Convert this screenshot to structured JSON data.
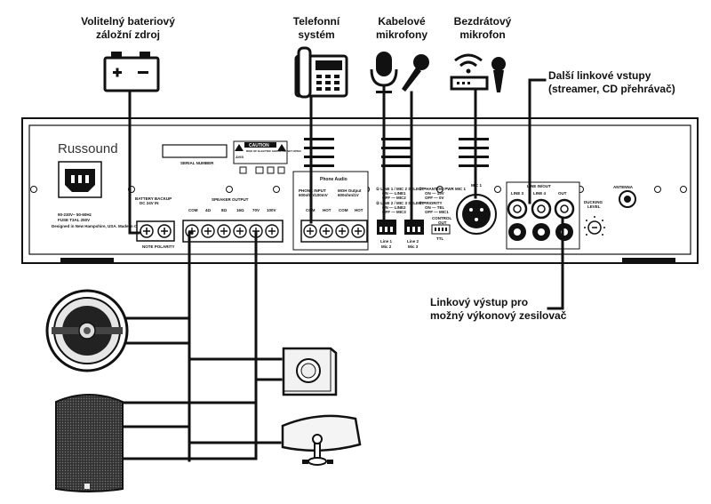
{
  "callouts": {
    "battery": [
      "Volitelný bateriový",
      "záložní zdroj"
    ],
    "phone": [
      "Telefonní",
      "systém"
    ],
    "wired_mics": [
      "Kabelové",
      "mikrofony"
    ],
    "wireless_mic": [
      "Bezdrátový",
      "mikrofon"
    ],
    "line_inputs": [
      "Další linkové vstupy",
      "(streamer, CD přehrávač)"
    ],
    "line_output": [
      "Linkový výstup pro",
      "možný výkonový zesilovač"
    ]
  },
  "panel": {
    "brand": "Russound",
    "serial_number": "SERIAL NUMBER",
    "caution": "CAUTION",
    "caution_sub": "RISK OF ELECTRIC SHOCK DO NOT OPEN",
    "avis": "AVIS",
    "power_rating": [
      "90-230V~ 50-60Hz",
      "FUSE T3AL 250V"
    ],
    "designed_in": "Designed in New Hampshire, USA. Made in China.",
    "battery_backup": [
      "BATTERY BACKUP",
      "DC 24V IN"
    ],
    "note_polarity": "NOTE POLARITY",
    "speaker_output": "SPEAKER OUTPUT",
    "speaker_terms": [
      "COM",
      "4Ω",
      "8Ω",
      "16Ω",
      "70V",
      "100V"
    ],
    "phone_audio": "Phone Audio",
    "phone_input": [
      "PHONE INPUT",
      "600ohm/100mV"
    ],
    "moh_output": [
      "MOH Output",
      "600ohm/1V"
    ],
    "phone_terms": [
      "COM",
      "HOT",
      "COM",
      "HOT"
    ],
    "mic_switch_1": [
      "① LINE 1 / MIC 2 SELECT",
      "ON — LINE1",
      "OFF — MIC2"
    ],
    "mic_switch_2": [
      "② LINE 2 / MIC 3 SELECT",
      "ON — LINE2",
      "OFF — MIC3"
    ],
    "phantom": [
      "③ PHANTOM PWR MIC 1",
      "ON — 15V",
      "OFF — 0V"
    ],
    "priority": [
      "④ PRIORITY",
      "ON — TEL",
      "OFF — MIC1"
    ],
    "control": "CONTROL",
    "control_out": "OUT",
    "control_ttl": "TTL",
    "line1_mic2": [
      "Line 1",
      "Mic 2"
    ],
    "line2_mic3": [
      "Line 2",
      "Mic 3"
    ],
    "mic1": "MIC 1",
    "line_inout": "LINE IN/OUT",
    "line3": "LINE 3",
    "line4": "LINE 4",
    "out": "OUT",
    "antenna": "ANTENNA",
    "ducking_level": [
      "DUCKING",
      "LEVEL"
    ]
  },
  "icons": [
    "battery-icon",
    "telephone-icon",
    "dynamic-microphone-icon",
    "handheld-microphone-icon",
    "wireless-receiver-icon",
    "wireless-microphone-icon",
    "ceiling-speaker-icon",
    "wall-speaker-icon",
    "box-speaker-icon",
    "horn-speaker-icon"
  ]
}
